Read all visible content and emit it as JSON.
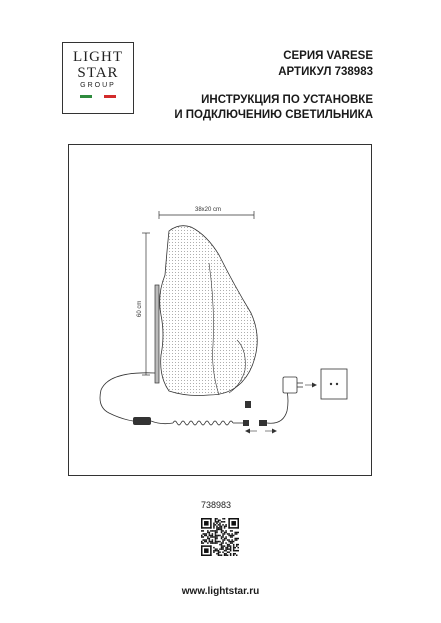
{
  "brand": {
    "line1": "LIGHT",
    "line2": "STAR",
    "line3": "GROUP",
    "flag_colors": [
      "#2e8b3d",
      "#ffffff",
      "#d22b2b"
    ]
  },
  "header": {
    "series": "СЕРИЯ VARESE",
    "article": "АРТИКУЛ 738983",
    "instruction_line1": "ИНСТРУКЦИЯ ПО УСТАНОВКЕ",
    "instruction_line2": "И ПОДКЛЮЧЕНИЮ СВЕТИЛЬНИКА"
  },
  "diagram": {
    "width_label": "38x20 cm",
    "height_label": "60 cm"
  },
  "footer": {
    "product_code": "738983",
    "website": "www.lightstar.ru"
  }
}
